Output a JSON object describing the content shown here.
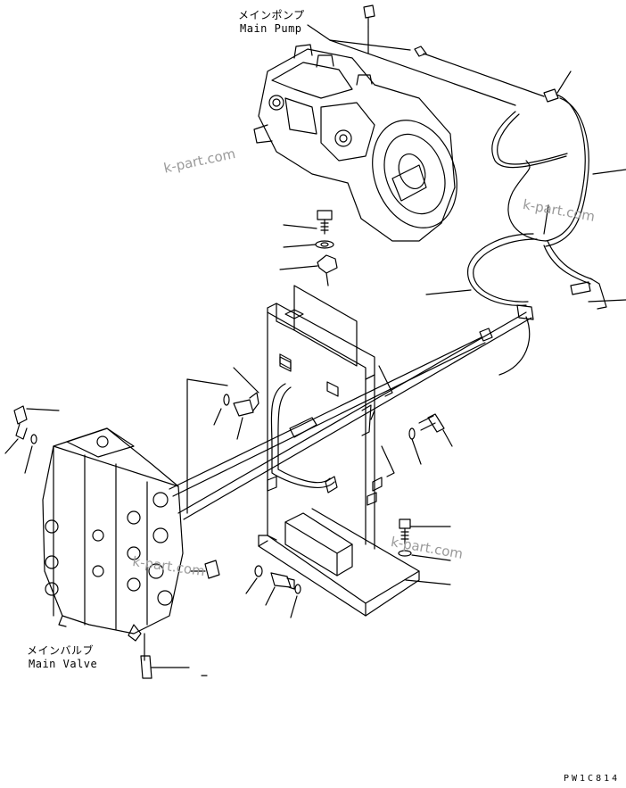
{
  "labels": {
    "main_pump_jp": "メインポンプ",
    "main_pump_en": "Main Pump",
    "main_valve_jp": "メインバルブ",
    "main_valve_en": "Main Valve",
    "drawing_code": "PW1C814"
  },
  "watermarks": [
    "k-part.com",
    "k-part.com",
    "k-part.com",
    "k-part.com"
  ]
}
